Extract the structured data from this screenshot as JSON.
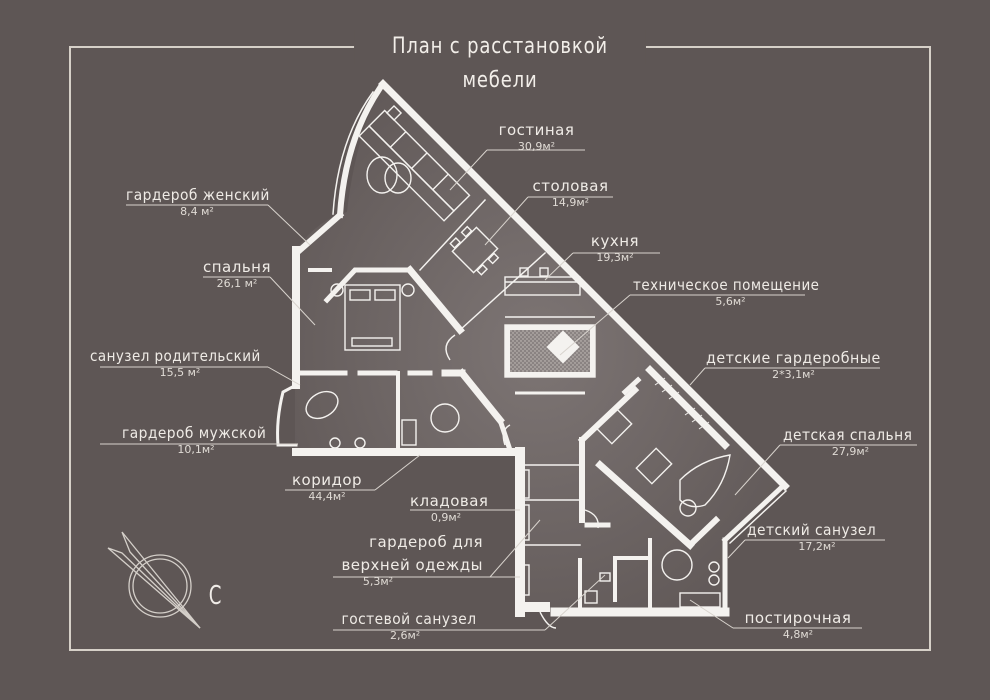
{
  "title": "План с расстановкой мебели",
  "colors": {
    "background": "#5e5655",
    "frame": "#d6d0c8",
    "walls": "#f4f2ef",
    "floor": "#6b6362",
    "text": "#efebe6"
  },
  "rooms": [
    {
      "id": "living",
      "name": "гостиная",
      "area": "30,9м²"
    },
    {
      "id": "dining",
      "name": "столовая",
      "area": "14,9м²"
    },
    {
      "id": "kitchen",
      "name": "кухня",
      "area": "19,3м²"
    },
    {
      "id": "technical",
      "name": "техническое помещение",
      "area": "5,6м²"
    },
    {
      "id": "kids-wardrobes",
      "name": "детские гардеробные",
      "area": "2*3,1м²"
    },
    {
      "id": "kids-bedroom",
      "name": "детская спальня",
      "area": "27,9м²"
    },
    {
      "id": "kids-bathroom",
      "name": "детский санузел",
      "area": "17,2м²"
    },
    {
      "id": "laundry",
      "name": "постирочная",
      "area": "4,8м²"
    },
    {
      "id": "womens-wardrobe",
      "name": "гардероб женский",
      "area": "8,4 м²"
    },
    {
      "id": "bedroom",
      "name": "спальня",
      "area": "26,1 м²"
    },
    {
      "id": "parents-bathroom",
      "name": "санузел родительский",
      "area": "15,5 м²"
    },
    {
      "id": "mens-wardrobe",
      "name": "гардероб мужской",
      "area": "10,1м²"
    },
    {
      "id": "corridor",
      "name": "коридор",
      "area": "44,4м²"
    },
    {
      "id": "pantry",
      "name": "кладовая",
      "area": "0,9м²"
    },
    {
      "id": "outerwear-wardrobe",
      "name": "гардероб для верхней одежды",
      "name_line1": "гардероб для",
      "name_line2": "верхней одежды",
      "area": "5,3м²"
    },
    {
      "id": "guest-bathroom",
      "name": "гостевой санузел",
      "area": "2,6м²"
    }
  ],
  "compass": {
    "letter": "С"
  }
}
